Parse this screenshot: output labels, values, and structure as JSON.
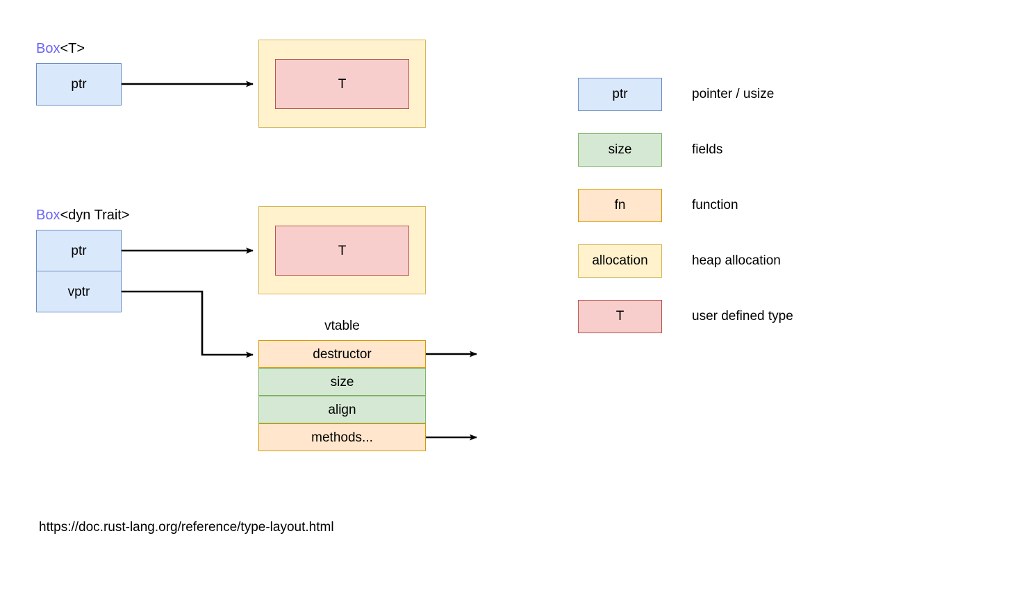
{
  "diagram": {
    "box_t": {
      "title_keyword": "Box",
      "title_generic": "<T>",
      "ptr_label": "ptr",
      "allocation_inner_label": "T"
    },
    "box_dyn_trait": {
      "title_keyword": "Box",
      "title_generic": "<dyn Trait>",
      "ptr_label": "ptr",
      "vptr_label": "vptr",
      "allocation_inner_label": "T"
    },
    "vtable": {
      "label": "vtable",
      "rows": [
        {
          "label": "destructor",
          "kind": "fn",
          "has_pointer_dot": true
        },
        {
          "label": "size",
          "kind": "fields",
          "has_pointer_dot": false
        },
        {
          "label": "align",
          "kind": "fields",
          "has_pointer_dot": false
        },
        {
          "label": "methods...",
          "kind": "fn",
          "has_pointer_dot": true
        }
      ]
    },
    "source_url": "https://doc.rust-lang.org/reference/type-layout.html"
  },
  "legend": {
    "items": [
      {
        "swatch_label": "ptr",
        "description": "pointer / usize",
        "kind": "ptr"
      },
      {
        "swatch_label": "size",
        "description": "fields",
        "kind": "fields"
      },
      {
        "swatch_label": "fn",
        "description": "function",
        "kind": "fn"
      },
      {
        "swatch_label": "allocation",
        "description": "heap allocation",
        "kind": "alloc"
      },
      {
        "swatch_label": "T",
        "description": "user defined type",
        "kind": "type"
      }
    ]
  },
  "colors": {
    "ptr_fill": "#dae8fc",
    "ptr_stroke": "#6c8ebf",
    "fields_fill": "#d5e8d4",
    "fields_stroke": "#82b366",
    "fn_fill": "#ffe6cc",
    "fn_stroke": "#d79b00",
    "allocation_fill": "#fff2cc",
    "allocation_stroke": "#d6b656",
    "type_fill": "#f8cecc",
    "type_stroke": "#b85450",
    "keyword_text": "#6c63f5",
    "arrow": "#000000",
    "background": "#ffffff"
  }
}
